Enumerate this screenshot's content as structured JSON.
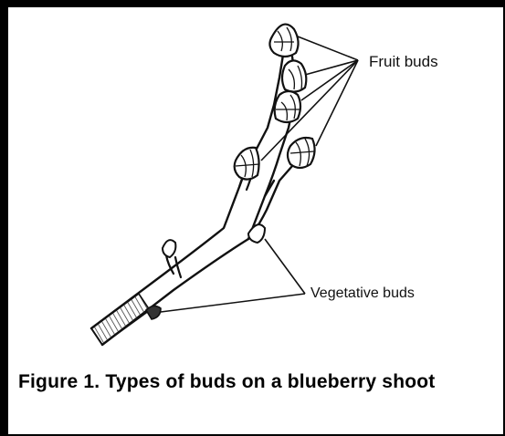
{
  "labels": {
    "fruit_buds": "Fruit buds",
    "vegetative_buds": "Vegetative buds"
  },
  "caption": "Figure 1. Types of buds on a blueberry shoot",
  "colors": {
    "ink": "#111111",
    "background": "#ffffff"
  }
}
